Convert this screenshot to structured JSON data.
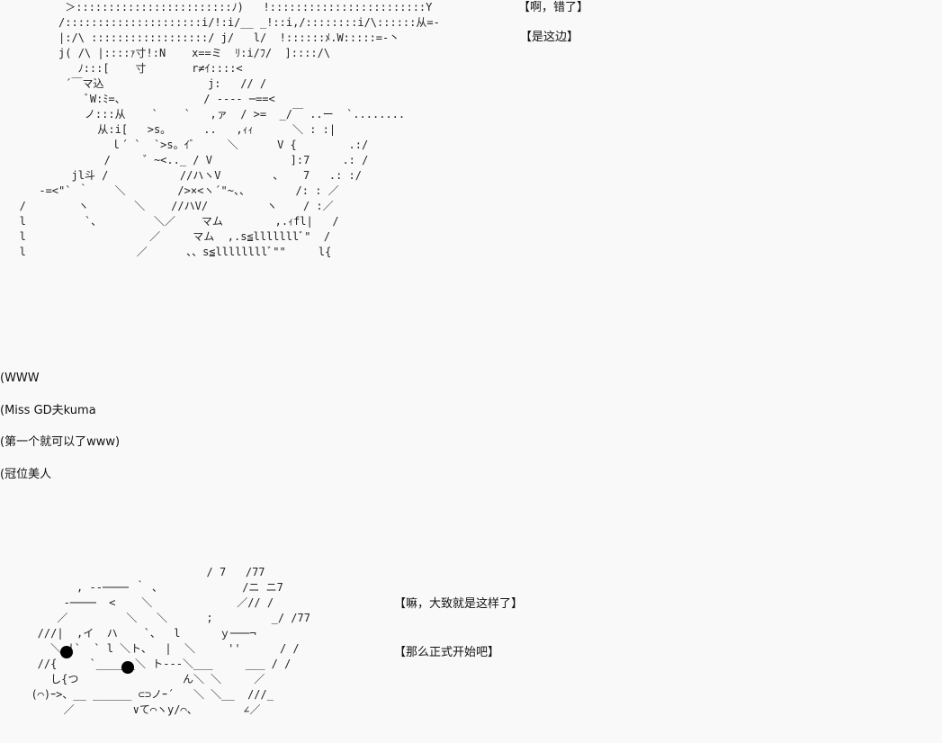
{
  "art": {
    "top": "          ＞::::::::::::::::::::::::ﾉ)   !::::::::::::::::::::::::Y\n         /:::::::::::::::::::::i/!:i/__ _!::i,/::::::::i/\\::::::从=-\n         |:/\\ ::::::::::::::::::/ j/   l/  !::::::ﾒ.W:::::=-丶\n         j( /\\ |::::ｧ寸!:N    x==ミ  ﾘ:i/ﾌ/  ]::::/\\\n            ﾉ:::[    寸       r≠ｲ::::<\n          ´￣マ込                j:   // /\n             ﾞW:ﾐ=、            / ---- ─==<\n             ノ:::从    `    `   ,ァ  / >=  _/￣ ..ー  `........\n               从:i[   >s。     ..   ,ｨｨ      ＼ : :|\n                 ｌ´ `  `>s。ｲﾞ     ＼      V {        .:/\n                /     ゛~<.._ / V            ]:7     .: /\n           jl斗 /           //ハヽV        、   7   .: :/\n      -=<\"` ｀    ＼        />×<ヽ´\"~、、       /: : ／\n   /        ヽ       ＼    //ハV/         ヽ    / :／\n   l         `、        ＼／    マム        ,.ｨfl|   /\n   l                   ／     マム  ,.s≦lllllllﾞ\"  /\n   l                 ／      、、s≦llllllllﾞ\"\"     l{",
    "bottom": "                             / 7   /77\n         , --──── ｀ ､             /ニ ニ7\n       -────  <    ＼             ／// /\n      ／         ＼   ＼      ;         _/ /77\n   ///|  ,イ  ハ    `、  l      ｙ───¬\n     ＼ |`  ` l ＼ト、  |  ＼     ''      / /\n   //{     `______＼ ト---＼___     ___ / /\n     し{つ                ん＼ ＼     ／\n  (⌒)ｰ>、__ ______ ⊂⊃ノｰ´   ＼ ＼__  ///_\n       ／         ∨て⌒ヽy/⌒、       ∠／"
  },
  "dialogue": {
    "line_1": "【啊，错了】",
    "line_2": "【是这边】",
    "line_3": "【嘛，大致就是这样了】",
    "line_4": "【那么正式开始吧】"
  },
  "comments": [
    "(WWW",
    "(Miss GD夫kuma",
    "(第一个就可以了www)",
    "(冠位美人"
  ]
}
